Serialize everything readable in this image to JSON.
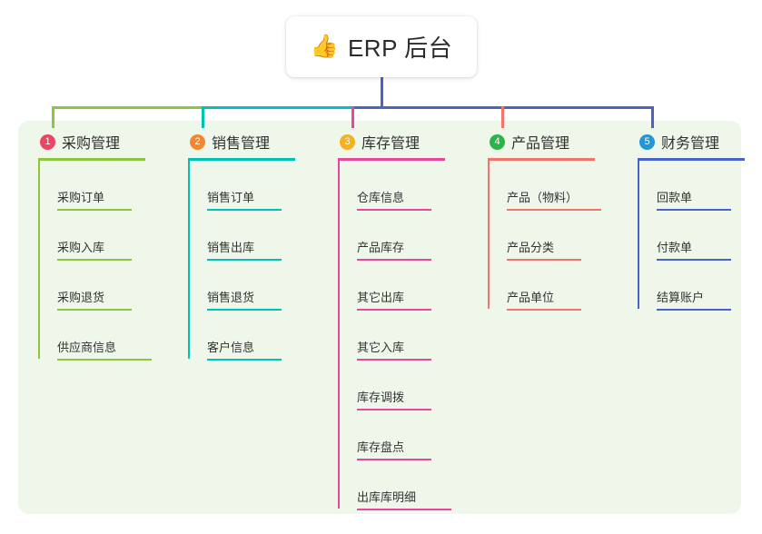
{
  "root": {
    "icon": "thumbs-up-icon",
    "icon_glyph": "👍",
    "label": "ERP 后台"
  },
  "palette": {
    "panel_bg": "#eef7e9",
    "page_bg": "#ffffff",
    "trunk": "#4a63c8",
    "col1": "#8cc63f",
    "col2": "#00c3b5",
    "col3": "#e8479b",
    "col4": "#f4736a",
    "col5": "#4a63c8",
    "badge1": "#ec4463",
    "badge2": "#f5862e",
    "badge3": "#f5b120",
    "badge4": "#2eb34a",
    "badge5": "#2196d8"
  },
  "columns": [
    {
      "number": "1",
      "label": "采购管理",
      "accent": "#8cc63f",
      "badge_color": "#ec4463",
      "items": [
        {
          "label": "采购订单"
        },
        {
          "label": "采购入库"
        },
        {
          "label": "采购退货"
        },
        {
          "label": "供应商信息"
        }
      ]
    },
    {
      "number": "2",
      "label": "销售管理",
      "accent": "#00c3b5",
      "badge_color": "#f5862e",
      "items": [
        {
          "label": "销售订单"
        },
        {
          "label": "销售出库"
        },
        {
          "label": "销售退货"
        },
        {
          "label": "客户信息"
        }
      ]
    },
    {
      "number": "3",
      "label": "库存管理",
      "accent": "#e8479b",
      "badge_color": "#f5b120",
      "items": [
        {
          "label": "仓库信息"
        },
        {
          "label": "产品库存"
        },
        {
          "label": "其它出库"
        },
        {
          "label": "其它入库"
        },
        {
          "label": "库存调拨"
        },
        {
          "label": "库存盘点"
        },
        {
          "label": "出库库明细"
        }
      ]
    },
    {
      "number": "4",
      "label": "产品管理",
      "accent": "#f4736a",
      "badge_color": "#2eb34a",
      "items": [
        {
          "label": "产品（物料）"
        },
        {
          "label": "产品分类"
        },
        {
          "label": "产品单位"
        }
      ]
    },
    {
      "number": "5",
      "label": "财务管理",
      "accent": "#4a63c8",
      "badge_color": "#2196d8",
      "items": [
        {
          "label": "回款单"
        },
        {
          "label": "付款单"
        },
        {
          "label": "结算账户"
        }
      ]
    }
  ]
}
